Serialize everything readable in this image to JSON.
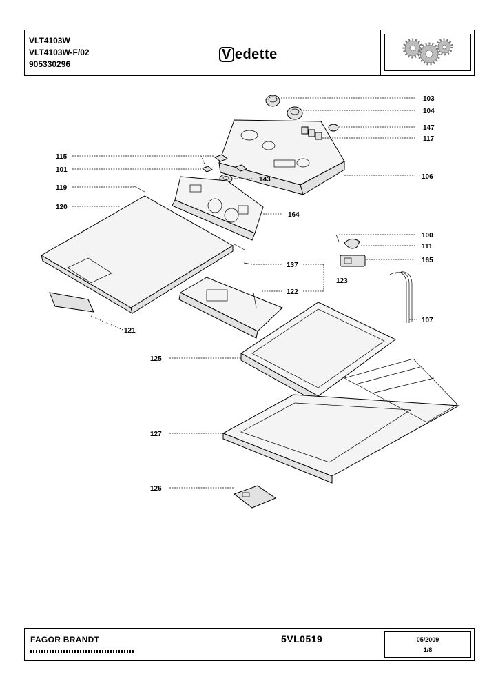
{
  "header": {
    "model_1": "VLT4103W",
    "model_2": "VLT4103W-F/02",
    "part_number": "905330296",
    "brand_logo_text": "Vedette"
  },
  "callouts": {
    "c103": "103",
    "c104": "104",
    "c147": "147",
    "c117": "117",
    "c106": "106",
    "c115": "115",
    "c101": "101",
    "c143": "143",
    "c119": "119",
    "c120": "120",
    "c164": "164",
    "c100": "100",
    "c111": "111",
    "c165": "165",
    "c137": "137",
    "c123": "123",
    "c122": "122",
    "c107": "107",
    "c121": "121",
    "c125": "125",
    "c127": "127",
    "c126": "126"
  },
  "footer": {
    "brand": "FAGOR BRANDT",
    "document_ref": "5VL0519",
    "date": "05/2009",
    "page": "1/8"
  }
}
